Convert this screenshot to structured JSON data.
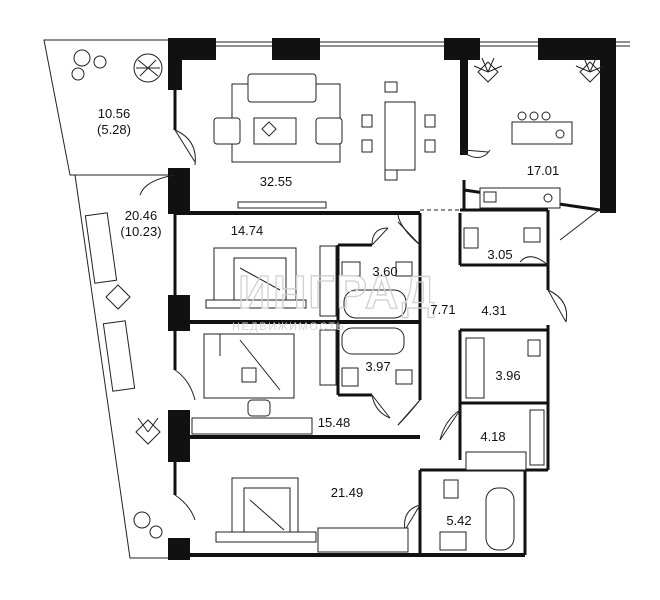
{
  "rooms": [
    {
      "id": "terrace-top",
      "label": "10.56\n(5.28)"
    },
    {
      "id": "living",
      "label": "32.55"
    },
    {
      "id": "kitchen",
      "label": "17.01"
    },
    {
      "id": "terrace-side",
      "label": "20.46\n(10.23)"
    },
    {
      "id": "bedroom-1",
      "label": "14.74"
    },
    {
      "id": "bath-1",
      "label": "3.60"
    },
    {
      "id": "hall",
      "label": "7.71"
    },
    {
      "id": "wc",
      "label": "3.05"
    },
    {
      "id": "corridor",
      "label": "4.31"
    },
    {
      "id": "bath-2",
      "label": "3.97"
    },
    {
      "id": "closet",
      "label": "3.96"
    },
    {
      "id": "bedroom-2",
      "label": "15.48"
    },
    {
      "id": "laundry",
      "label": "4.18"
    },
    {
      "id": "bedroom-master",
      "label": "21.49"
    },
    {
      "id": "bath-3",
      "label": "5.42"
    }
  ],
  "watermark": {
    "brand": "ИНГРАД",
    "tagline": "НЕДВИЖИМОСТЬ"
  },
  "colors": {
    "wall": "#111111",
    "line": "#222222",
    "background": "#ffffff"
  }
}
